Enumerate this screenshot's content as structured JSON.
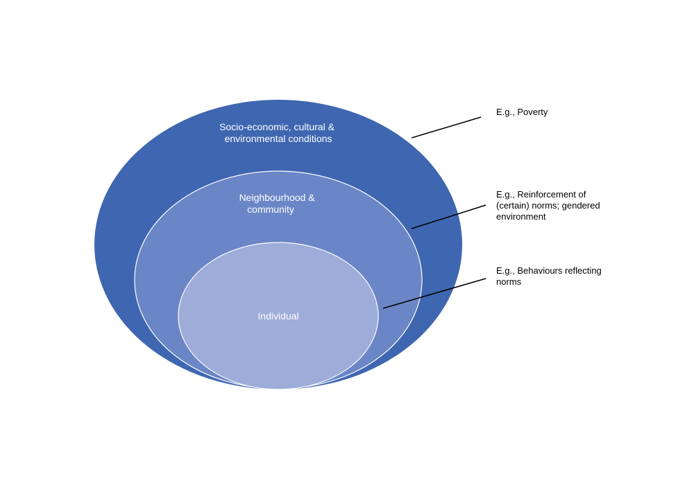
{
  "rings": [
    {
      "id": "outer",
      "label_lines": [
        "Socio-economic, cultural &",
        "environmental conditions"
      ],
      "color": "#3f66b0"
    },
    {
      "id": "middle",
      "label_lines": [
        "Neighbourhood &",
        "community"
      ],
      "color": "#6b86c6"
    },
    {
      "id": "inner",
      "label_lines": [
        "Individual"
      ],
      "color": "#9dacd9"
    }
  ],
  "ring_outline_color": "#ffffff",
  "callouts": [
    {
      "ring": "outer",
      "lines": [
        "E.g., Poverty"
      ]
    },
    {
      "ring": "middle",
      "lines": [
        "E.g., Reinforcement of",
        "(certain) norms; gendered",
        "environment"
      ]
    },
    {
      "ring": "inner",
      "lines": [
        "E.g., Behaviours reflecting",
        "norms"
      ]
    }
  ]
}
